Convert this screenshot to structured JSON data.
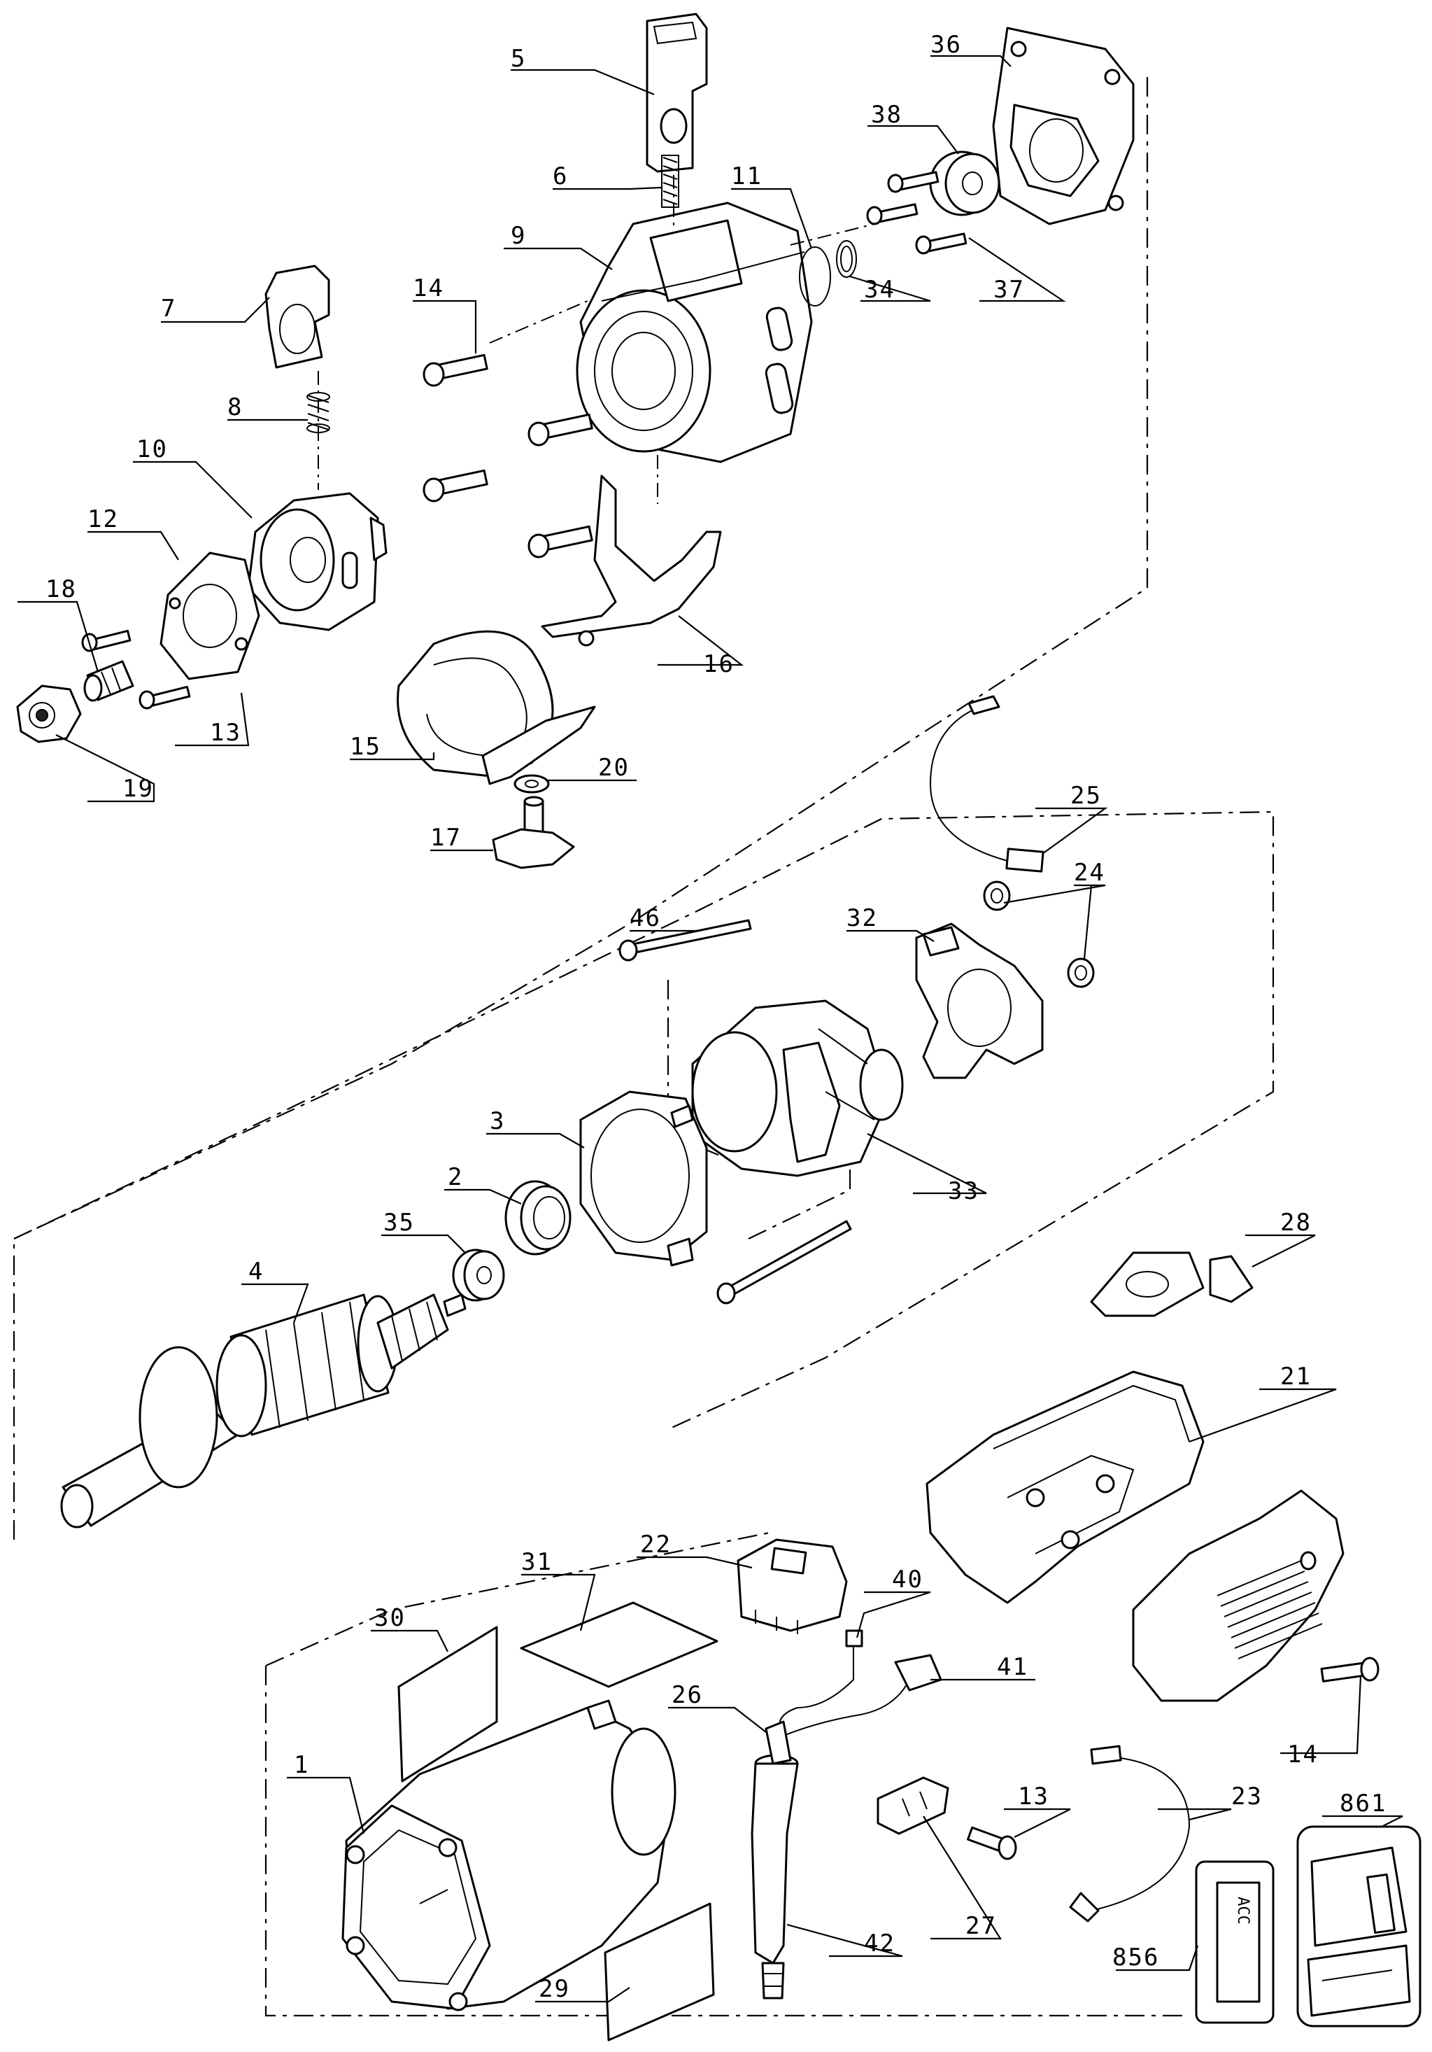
{
  "labels": [
    "5",
    "36",
    "38",
    "6",
    "11",
    "9",
    "34",
    "37",
    "14",
    "7",
    "8",
    "10",
    "12",
    "18",
    "16",
    "13",
    "19",
    "15",
    "20",
    "17",
    "25",
    "24",
    "46",
    "32",
    "3",
    "33",
    "2",
    "35",
    "28",
    "4",
    "21",
    "22",
    "31",
    "40",
    "30",
    "41",
    "26",
    "14",
    "1",
    "13",
    "23",
    "27",
    "42",
    "861",
    "856",
    "29"
  ],
  "badge_text": "ACC"
}
